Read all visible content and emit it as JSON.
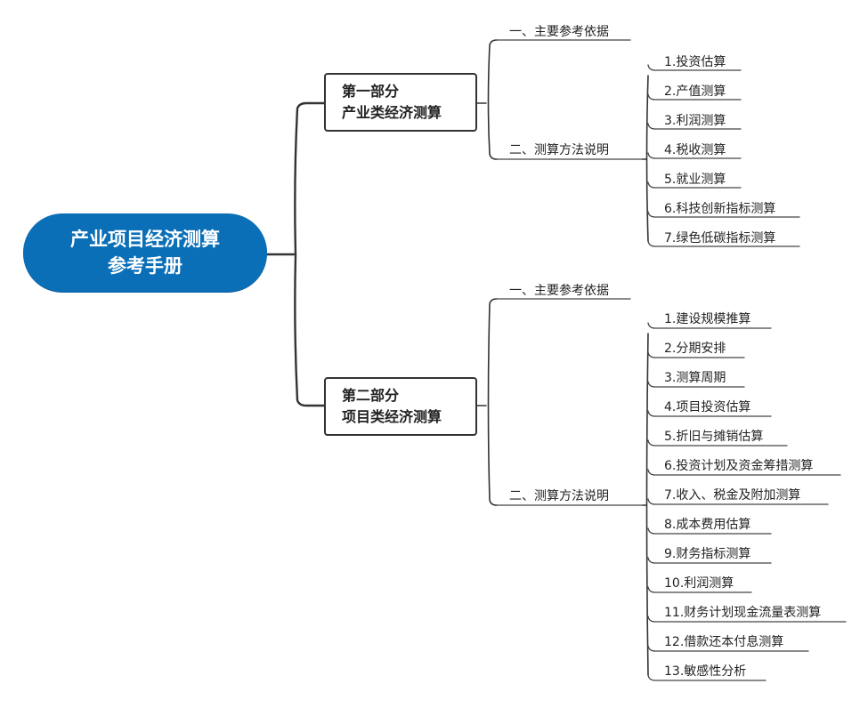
{
  "root": {
    "line1": "产业项目经济测算",
    "line2": "参考手册"
  },
  "parts": [
    {
      "line1": "第一部分",
      "line2": "产业类经济测算",
      "sections": [
        {
          "label": "一、主要参考依据",
          "items": []
        },
        {
          "label": "二、测算方法说明",
          "items": [
            "1.投资估算",
            "2.产值测算",
            "3.利润测算",
            "4.税收测算",
            "5.就业测算",
            "6.科技创新指标测算",
            "7.绿色低碳指标测算"
          ]
        }
      ]
    },
    {
      "line1": "第二部分",
      "line2": "项目类经济测算",
      "sections": [
        {
          "label": "一、主要参考依据",
          "items": []
        },
        {
          "label": "二、测算方法说明",
          "items": [
            "1.建设规模推算",
            "2.分期安排",
            "3.测算周期",
            "4.项目投资估算",
            "5.折旧与摊销估算",
            "6.投资计划及资金筹措测算",
            "7.收入、税金及附加测算",
            "8.成本费用估算",
            "9.财务指标测算",
            "10.利润测算",
            "11.财务计划现金流量表测算",
            "12.借款还本付息测算",
            "13.敏感性分析"
          ]
        }
      ]
    }
  ],
  "colors": {
    "root_fill": "#0b6fb8",
    "line": "#333333"
  }
}
